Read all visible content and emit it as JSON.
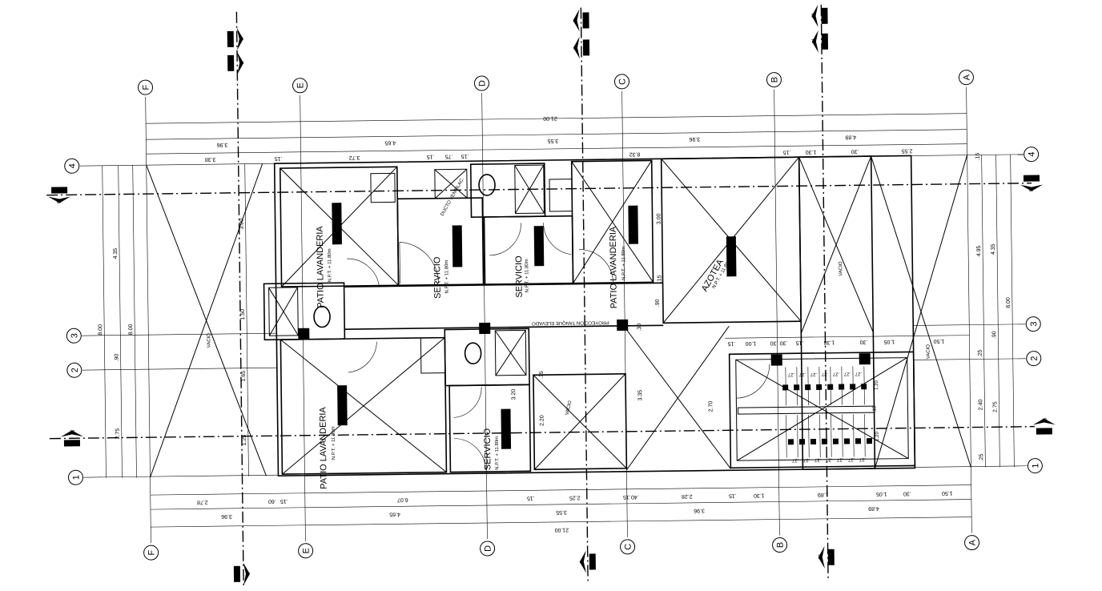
{
  "axes": {
    "cols": [
      "F",
      "E",
      "D",
      "C",
      "B",
      "A"
    ],
    "rows": [
      "4",
      "3",
      "2",
      "1"
    ]
  },
  "sections": {
    "f": "F",
    "e": "E",
    "b": "B"
  },
  "rooms": {
    "patio": "PATIO LAVANDERIA",
    "servicio": "SERVICIO",
    "azotea": "AZOTEA",
    "vacio": "VACIO",
    "npt": "N.P.T. + 11.80m",
    "tanque": "PROYECCION  TANQUE ELEVADO",
    "ducto": "DUCTO VENTILAC."
  },
  "dims": {
    "top": {
      "total": "21.00",
      "axis": [
        "3.96",
        "4.65",
        "3.55",
        "3.96",
        "4.89"
      ],
      "detail": [
        "3.38",
        ".15",
        "3.72",
        ".15",
        ".75",
        ".15",
        "8.32",
        ".15",
        "1.30",
        ".30",
        "2.55"
      ]
    },
    "bottom": {
      "total": "21.00",
      "axis": [
        "3.96",
        "4.65",
        "3.55",
        "3.96",
        "4.89"
      ],
      "detail": [
        "2.78",
        ".60",
        ".15",
        "6.07",
        ".15",
        "2.25",
        ".15",
        ".40",
        "2.28",
        ".15",
        "1.30",
        "1.89",
        "1.05",
        ".30",
        "1.50"
      ]
    },
    "left": [
      "8.00",
      "4.35",
      "8.00",
      ".90",
      "2.75",
      "3.00",
      "1.50",
      "1.65",
      "1.25"
    ],
    "right": [
      "4.95",
      "4.35",
      "8.00",
      ".90",
      ".25",
      "2.40",
      "2.75",
      ".25",
      ".15"
    ],
    "interior": [
      "3.00",
      ".90",
      ".15",
      "3.20",
      "2.20",
      "3.35",
      "2.70",
      ".15",
      ".30"
    ],
    "stair_row": [
      ".15",
      "1.00",
      ".30",
      ".30",
      ".15",
      "1.38",
      ".30",
      "1.05",
      "1.50"
    ],
    "stair": {
      "step": ".27",
      "flight": "1.20",
      "landing": ".15"
    }
  }
}
